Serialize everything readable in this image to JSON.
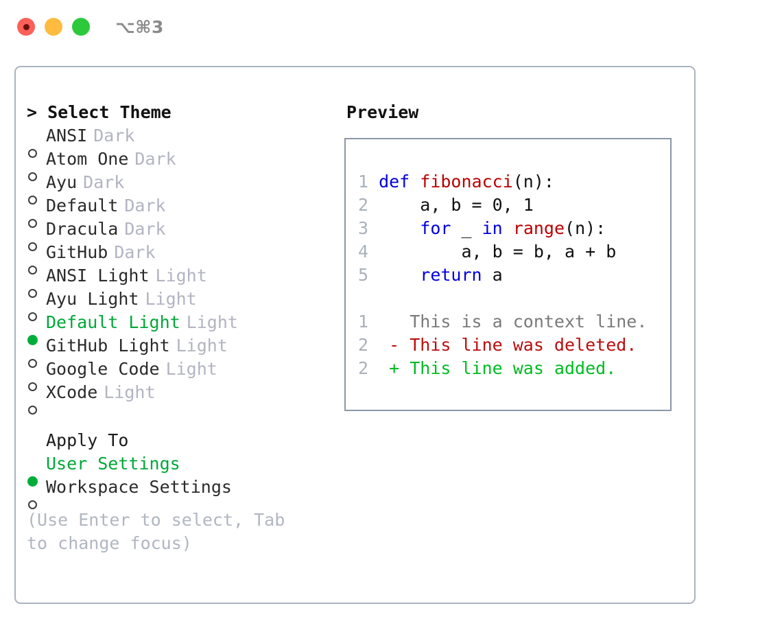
{
  "window": {
    "shortcut_label": "⌥⌘3",
    "traffic_lights": [
      {
        "name": "close",
        "color": "#fc6058"
      },
      {
        "name": "minimize",
        "color": "#fdbc40"
      },
      {
        "name": "zoom",
        "color": "#2cc93b"
      }
    ]
  },
  "theme_picker": {
    "header": "> Select Theme",
    "selected_theme": "Default Light",
    "accent_color": "#00a838",
    "items": [
      {
        "name": "ANSI",
        "category": "Dark",
        "selected": false
      },
      {
        "name": "Atom One",
        "category": "Dark",
        "selected": false
      },
      {
        "name": "Ayu",
        "category": "Dark",
        "selected": false
      },
      {
        "name": "Default",
        "category": "Dark",
        "selected": false
      },
      {
        "name": "Dracula",
        "category": "Dark",
        "selected": false
      },
      {
        "name": "GitHub",
        "category": "Dark",
        "selected": false
      },
      {
        "name": "ANSI Light",
        "category": "Light",
        "selected": false
      },
      {
        "name": "Ayu Light",
        "category": "Light",
        "selected": false
      },
      {
        "name": "Default Light",
        "category": "Light",
        "selected": true
      },
      {
        "name": "GitHub Light",
        "category": "Light",
        "selected": false
      },
      {
        "name": "Google Code",
        "category": "Light",
        "selected": false
      },
      {
        "name": "XCode",
        "category": "Light",
        "selected": false
      }
    ]
  },
  "apply_to": {
    "header": "Apply To",
    "selected_scope": "User Settings",
    "items": [
      {
        "name": "User Settings",
        "selected": true
      },
      {
        "name": "Workspace Settings",
        "selected": false
      }
    ]
  },
  "hint": "(Use Enter to select, Tab to change focus)",
  "preview": {
    "header": "Preview",
    "code_lines": [
      {
        "lineno": "1",
        "tokens": [
          {
            "text": "def ",
            "style": "kw"
          },
          {
            "text": "fibonacci",
            "style": "fn"
          },
          {
            "text": "(n):",
            "style": "plain"
          }
        ]
      },
      {
        "lineno": "2",
        "tokens": [
          {
            "text": "    a, b = 0, 1",
            "style": "plain"
          }
        ]
      },
      {
        "lineno": "3",
        "tokens": [
          {
            "text": "    ",
            "style": "plain"
          },
          {
            "text": "for",
            "style": "kw"
          },
          {
            "text": " _ ",
            "style": "plain"
          },
          {
            "text": "in",
            "style": "kw"
          },
          {
            "text": " ",
            "style": "plain"
          },
          {
            "text": "range",
            "style": "fn"
          },
          {
            "text": "(n):",
            "style": "plain"
          }
        ]
      },
      {
        "lineno": "4",
        "tokens": [
          {
            "text": "        a, b = b, a + b",
            "style": "plain"
          }
        ]
      },
      {
        "lineno": "5",
        "tokens": [
          {
            "text": "    ",
            "style": "plain"
          },
          {
            "text": "return",
            "style": "kw"
          },
          {
            "text": " a",
            "style": "plain"
          }
        ]
      }
    ],
    "diff_lines": [
      {
        "lineno": "1",
        "sign": "  ",
        "text": "This is a context line.",
        "style": "ctx"
      },
      {
        "lineno": "2",
        "sign": "- ",
        "text": "This line was deleted.",
        "style": "del"
      },
      {
        "lineno": "2",
        "sign": "+ ",
        "text": "This line was added.",
        "style": "add"
      }
    ]
  }
}
